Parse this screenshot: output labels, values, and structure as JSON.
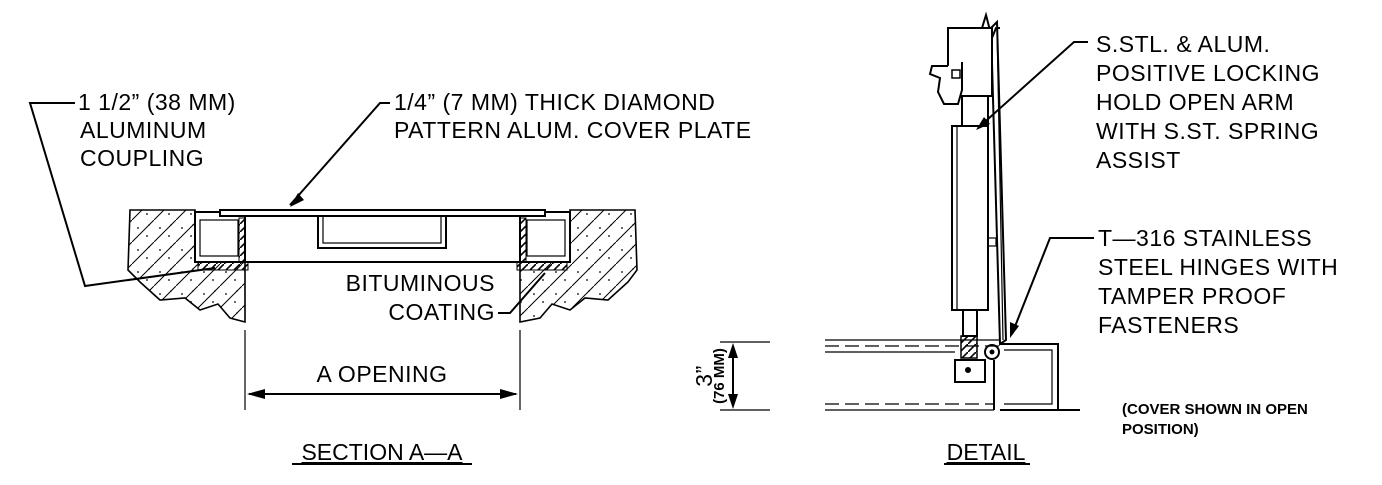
{
  "section": {
    "title": "SECTION A—A",
    "coupling_label": [
      "1 1/2” (38 MM)",
      "ALUMINUM",
      "COUPLING"
    ],
    "cover_plate_label": [
      "1/4” (7 MM) THICK DIAMOND",
      "PATTERN ALUM. COVER PLATE"
    ],
    "coating_label": [
      "BITUMINOUS",
      "COATING"
    ],
    "opening_label": "A OPENING"
  },
  "detail": {
    "title": "DETAIL",
    "arm_label": [
      "S.STL. & ALUM.",
      "POSITIVE LOCKING",
      "HOLD OPEN ARM",
      "WITH S.ST. SPRING",
      "ASSIST"
    ],
    "hinge_label": [
      "T—316 STAINLESS",
      "STEEL HINGES WITH",
      "TAMPER PROOF",
      "FASTENERS"
    ],
    "depth_label": [
      "3”",
      "(76 MM)"
    ],
    "note": [
      "(COVER SHOWN IN OPEN",
      "POSITION)"
    ]
  }
}
